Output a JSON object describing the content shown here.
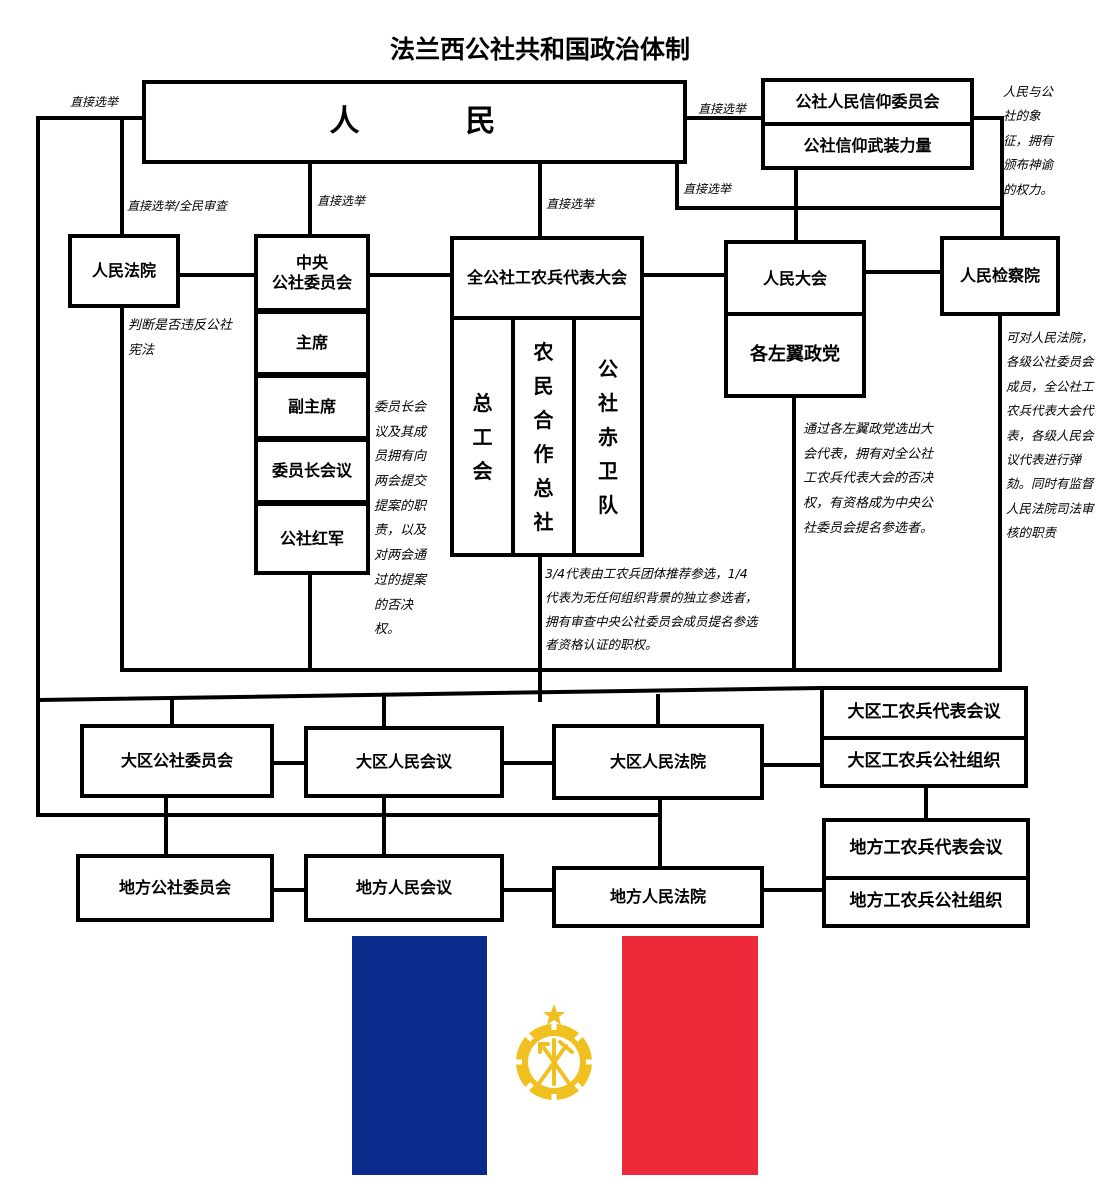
{
  "title": "法兰西公社共和国政治体制",
  "people": "人　　　民",
  "faith_committee": "公社人民信仰委员会",
  "faith_armed": "公社信仰武装力量",
  "symbol_note": "人民与公社的象征，拥有颁布神谕的权力。",
  "edge_labels": {
    "left_top": "直接选举",
    "court": "直接选举/全民审查",
    "central": "直接选举",
    "congress": "直接选举",
    "faith": "直接选举",
    "faith_down": "直接选举"
  },
  "court": "人民法院",
  "court_note": "判断是否违反公社宪法",
  "central_committee": "中央\n公社委员会",
  "chairman": "主席",
  "vice_chairman": "副主席",
  "chairmen_council": "委员长会议",
  "red_army": "公社红军",
  "council_note": "委员长会议及其成员拥有向两会提交提案的职责，以及对两会通过的提案的否决权。",
  "congress": "全公社工农兵代表大会",
  "union": "总\n工\n会",
  "peasant": "农\n民\n合\n作\n总\n社",
  "red_guard": "公\n社\n赤\n卫\n队",
  "congress_note": "3/4代表由工农兵团体推荐参选，1/4代表为无任何组织背景的独立参选者，拥有审查中央公社委员会成员提名参选者资格认证的职权。",
  "assembly": "人民大会",
  "left_parties": "各左翼政党",
  "assembly_note": "通过各左翼政党选出大会代表，拥有对全公社工农兵代表大会的否决权，有资格成为中央公社委员会提名参选者。",
  "procuratorate": "人民检察院",
  "procuratorate_note": "可对人民法院，各级公社委员会成员，全公社工农兵代表大会代表，各级人民会议代表进行弹劾。同时有监督人民法院司法审核的职责",
  "region": {
    "committee": "大区公社委员会",
    "council": "大区人民会议",
    "court": "大区人民法院",
    "wps_congress": "大区工农兵代表会议",
    "wps_org": "大区工农兵公社组织"
  },
  "local": {
    "committee": "地方公社委员会",
    "council": "地方人民会议",
    "court": "地方人民法院",
    "wps_congress": "地方工农兵代表会议",
    "wps_org": "地方工农兵公社组织"
  },
  "flag": {
    "left_color": "#0a2a8c",
    "right_color": "#ec2a3a",
    "emblem_color": "#f0c020",
    "emblem": "gear-hammer-pitchfork-star-emblem"
  }
}
